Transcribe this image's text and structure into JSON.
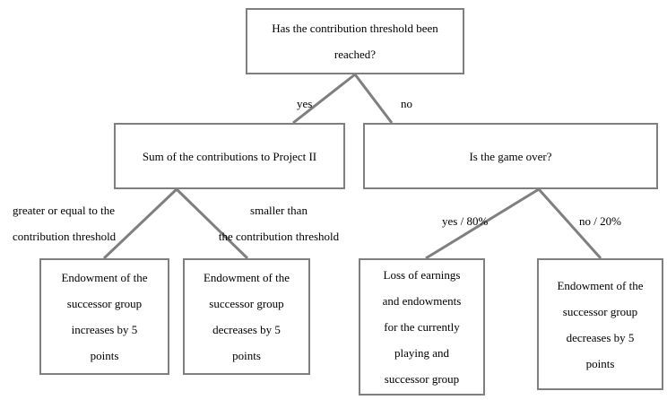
{
  "nodes": {
    "root": {
      "lines": [
        "Has the contribution threshold been",
        "reached?"
      ]
    },
    "sum": {
      "lines": [
        "Sum of the contributions to Project II"
      ]
    },
    "game_over": {
      "lines": [
        "Is the game over?"
      ]
    },
    "inc": {
      "lines": [
        "Endowment of the",
        "successor group",
        "increases by 5",
        "points"
      ]
    },
    "dec1": {
      "lines": [
        "Endowment of the",
        "successor group",
        "decreases by 5",
        "points"
      ]
    },
    "loss": {
      "lines": [
        "Loss of earnings",
        "and endowments",
        "for the currently",
        "playing and",
        "successor group"
      ]
    },
    "dec2": {
      "lines": [
        "Endowment of the",
        "successor group",
        "decreases by 5",
        "points"
      ]
    }
  },
  "edges": {
    "yes": "yes",
    "no": "no",
    "greater": [
      "greater or equal to the",
      "contribution threshold"
    ],
    "smaller": [
      "smaller than",
      "the contribution threshold"
    ],
    "yes80": "yes / 80%",
    "no20": "no / 20%"
  },
  "colors": {
    "line": "#7f7f7f",
    "border": "#7f7f7f",
    "text": "#000000"
  }
}
